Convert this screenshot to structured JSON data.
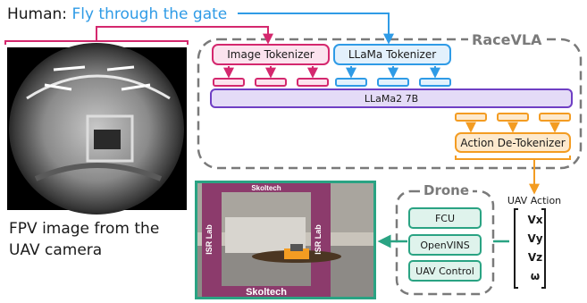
{
  "human": {
    "prefix": "Human: ",
    "command": "Fly through the gate"
  },
  "racevla": {
    "title": "RaceVLA",
    "image_tokenizer": "Image Tokenizer",
    "llama_tokenizer": "LLaMa Tokenizer",
    "llm": "LLaMa2 7B",
    "detokenizer": "Action De-Tokenizer"
  },
  "fpv_caption": "FPV image from the UAV camera",
  "drone": {
    "title": "Drone",
    "modules": [
      "FCU",
      "OpenVINS",
      "UAV Control"
    ]
  },
  "uav_action": {
    "label": "UAV Action",
    "values": [
      "Vx",
      "Vy",
      "Vz",
      "ω"
    ]
  },
  "gate_photo": {
    "text_top": "Skoltech",
    "text_bottom": "Skoltech",
    "text_side_left": "ISR Lab",
    "text_side_right": "ISR Lab"
  },
  "colors": {
    "image_branch": "#d4286e",
    "text_branch": "#2f9be6",
    "llm": "#6f3fc4",
    "action": "#f39c22",
    "drone_box": "#2aa383",
    "dashed": "#7a7a7a"
  }
}
